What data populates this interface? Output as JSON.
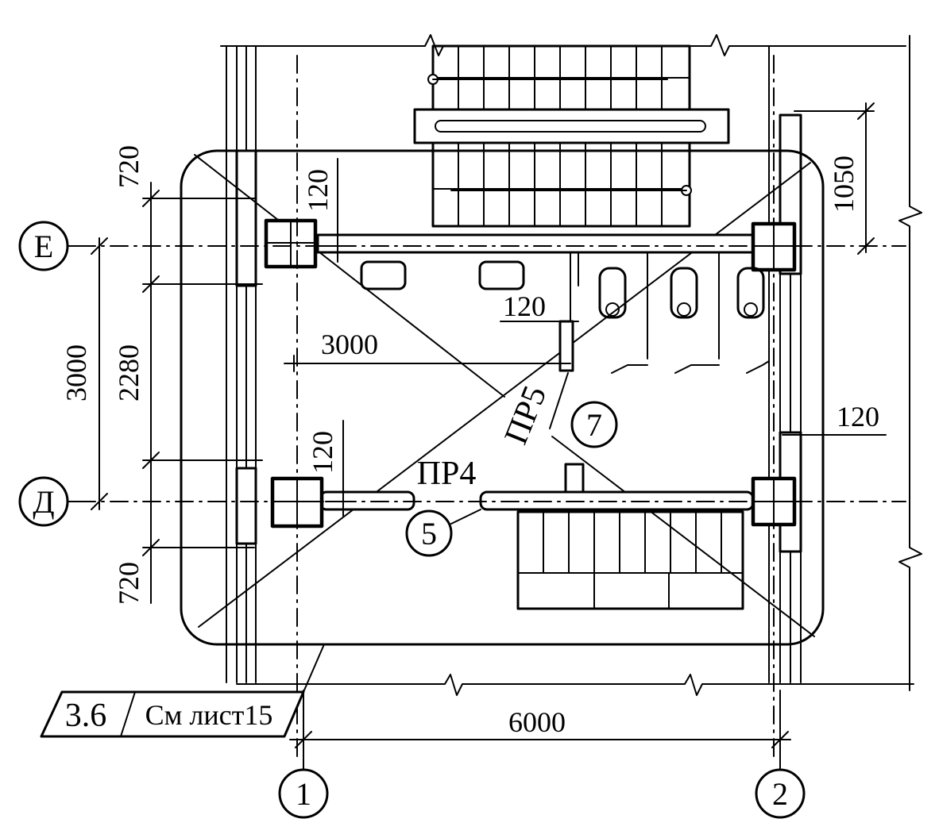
{
  "axes": {
    "row_upper": "Е",
    "row_lower": "Д",
    "col_left": "1",
    "col_right": "2"
  },
  "dimensions": {
    "d720_top": "720",
    "d2280": "2280",
    "d720_bottom": "720",
    "d3000_vertical": "3000",
    "d120_upper_left": "120",
    "d120_center": "120",
    "d120_lower_left": "120",
    "d120_right": "120",
    "d3000_horizontal": "3000",
    "d1050": "1050",
    "d6000": "6000"
  },
  "labels": {
    "lintel_pr4": "ПР4",
    "lintel_pr5": "ПР5",
    "mark_5": "5",
    "mark_7": "7"
  },
  "reference": {
    "section": "3.6",
    "sheet": "См лист15"
  }
}
